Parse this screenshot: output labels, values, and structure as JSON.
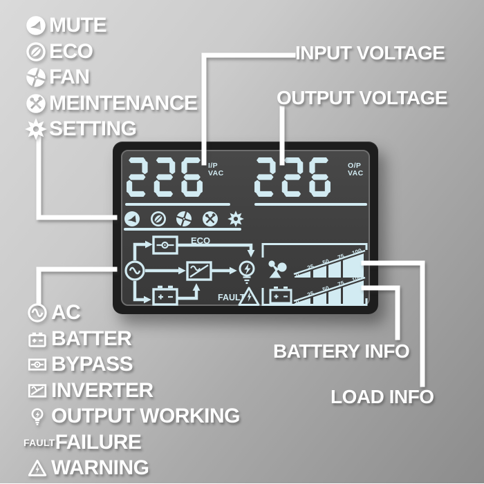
{
  "palette": {
    "lcd_glyph": "#d2ebf2",
    "label": "#ffffff",
    "panel": "#1d1d1d"
  },
  "legend_top": {
    "items": [
      {
        "icon": "mute",
        "label": "MUTE"
      },
      {
        "icon": "eco",
        "label": "ECO"
      },
      {
        "icon": "fan",
        "label": "FAN"
      },
      {
        "icon": "maintenance",
        "label": "MEINTENANCE"
      },
      {
        "icon": "setting",
        "label": "SETTING"
      }
    ]
  },
  "legend_bottom": {
    "items": [
      {
        "icon": "ac",
        "label": "AC"
      },
      {
        "icon": "battery",
        "label": "BATTER"
      },
      {
        "icon": "bypass",
        "label": "BYPASS"
      },
      {
        "icon": "inverter",
        "label": "INVERTER"
      },
      {
        "icon": "bulb",
        "label": "OUTPUT WORKING"
      },
      {
        "icon": "fault-text",
        "icon_text": "FAULT",
        "label": "FAILURE"
      },
      {
        "icon": "warning",
        "label": "WARNING"
      }
    ]
  },
  "callouts": {
    "input_voltage": "INPUT VOLTAGE",
    "output_voltage": "OUTPUT VOLTAGE",
    "battery_info": "BATTERY INFO",
    "load_info": "LOAD INFO"
  },
  "lcd": {
    "input_display": {
      "value": "226",
      "unit_line1": "I/P",
      "unit_line2": "VAC"
    },
    "output_display": {
      "value": "226",
      "unit_line1": "O/P",
      "unit_line2": "VAC"
    },
    "status_icons": [
      "mute",
      "eco",
      "fan",
      "maintenance",
      "setting"
    ],
    "flow": {
      "eco_label": "ECO",
      "fault_label": "FAULT"
    },
    "load_chart": {
      "type": "bar",
      "ticks": [
        "0",
        "25",
        "50",
        "75",
        "100"
      ]
    },
    "battery_chart": {
      "type": "bar",
      "ticks": [
        "0",
        "25",
        "50",
        "75",
        "100"
      ]
    }
  }
}
